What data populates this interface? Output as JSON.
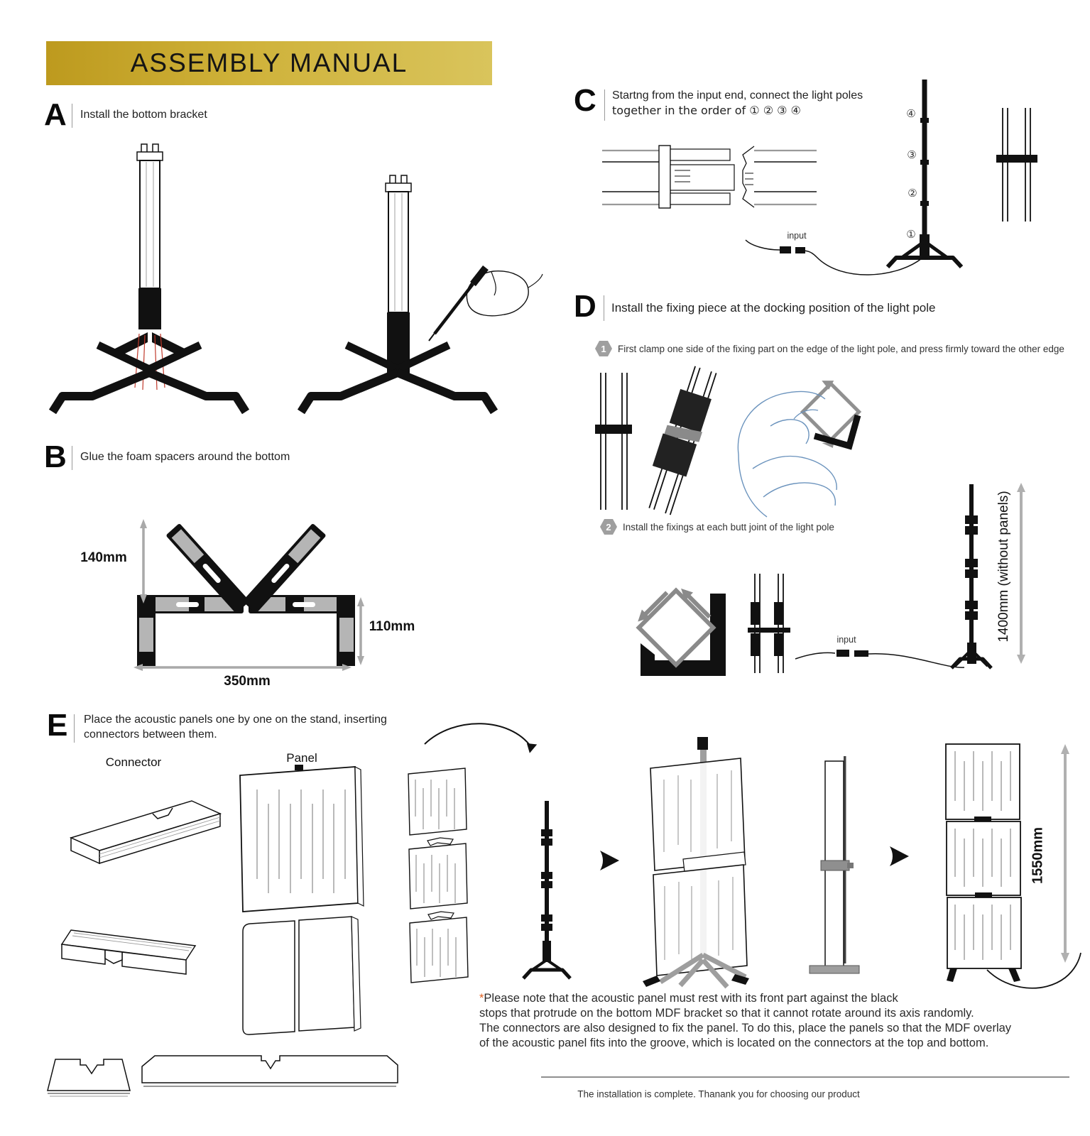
{
  "title": "ASSEMBLY MANUAL",
  "sections": {
    "a": {
      "letter": "A",
      "text": "Install the bottom bracket"
    },
    "b": {
      "letter": "B",
      "text": "Glue the foam spacers around the bottom",
      "dim_height": "140mm",
      "dim_leg": "110mm",
      "dim_width": "350mm"
    },
    "c": {
      "letter": "C",
      "line1": "Startng from the input end, connect the light poles",
      "line2": "together in the order of ① ② ③ ④",
      "pole_numbers": [
        "④",
        "③",
        "②",
        "①"
      ],
      "input_label": "input"
    },
    "d": {
      "letter": "D",
      "text": "Install the fixing piece at the docking position of the light pole",
      "step1_num": "1",
      "step1_text": "First clamp one side of the fixing part on the edge of the light pole, and press firmly toward the other edge",
      "step2_num": "2",
      "step2_text": "Install the fixings at each butt joint of the light pole",
      "input_label": "input",
      "dim_pole": "1400mm (without panels)"
    },
    "e": {
      "letter": "E",
      "line1": "Place the acoustic panels one by one on the stand, inserting",
      "line2": "connectors between them.",
      "connector_label": "Connector",
      "panel_label": "Panel",
      "dim_total": "1550mm"
    }
  },
  "note": {
    "asterisk": "*",
    "line1": "Please note that the acoustic panel must rest with its front part against the black",
    "line2": "stops that protrude on the bottom MDF bracket so that it cannot rotate around its axis randomly.",
    "line3": "The connectors are also designed to fix the panel. To do this, place the panels so that the MDF overlay",
    "line4": "of the acoustic panel fits into the groove, which is located on the connectors at the top and bottom."
  },
  "footer": "The installation is complete. Thanank you for choosing our product",
  "colors": {
    "banner_left": "#bd9a1e",
    "banner_right": "#d9c45c",
    "note_accent": "#e06020",
    "foam_gray": "#b5b5b5",
    "dim_arrow_gray": "#a9a9a9",
    "hand_blue": "#6b93bd"
  }
}
